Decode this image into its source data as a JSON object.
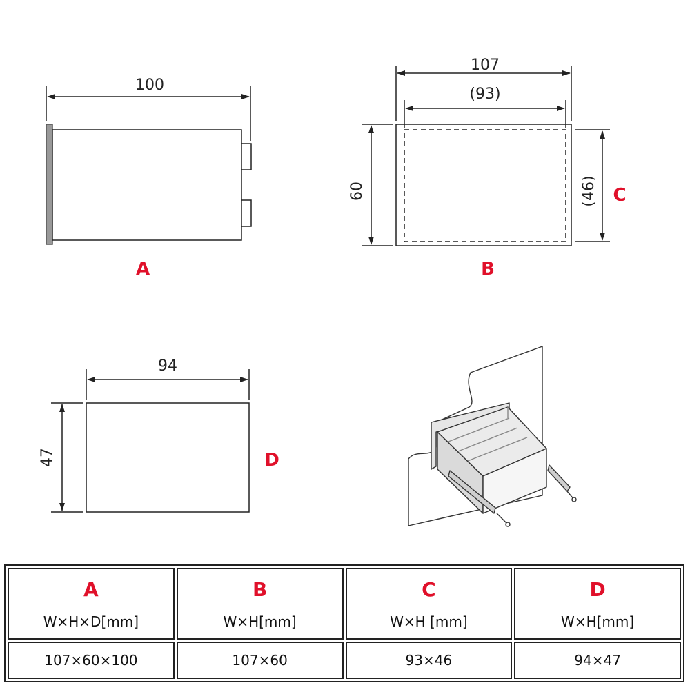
{
  "views": {
    "A": {
      "label": "A",
      "depth_dim": "100"
    },
    "B": {
      "label": "B",
      "width_dim": "107",
      "inner_width_dim": "(93)",
      "height_dim": "60"
    },
    "C": {
      "label": "C",
      "inner_height_dim": "(46)"
    },
    "D": {
      "label": "D",
      "width_dim": "94",
      "height_dim": "47"
    }
  },
  "table": {
    "columns": [
      {
        "label": "A",
        "unit": "W×H×D[mm]",
        "value": "107×60×100"
      },
      {
        "label": "B",
        "unit": "W×H[mm]",
        "value": "107×60"
      },
      {
        "label": "C",
        "unit": "W×H [mm]",
        "value": "93×46"
      },
      {
        "label": "D",
        "unit": "W×H[mm]",
        "value": "94×47"
      }
    ]
  },
  "colors": {
    "label_red": "#e0102a",
    "line": "#222222"
  }
}
